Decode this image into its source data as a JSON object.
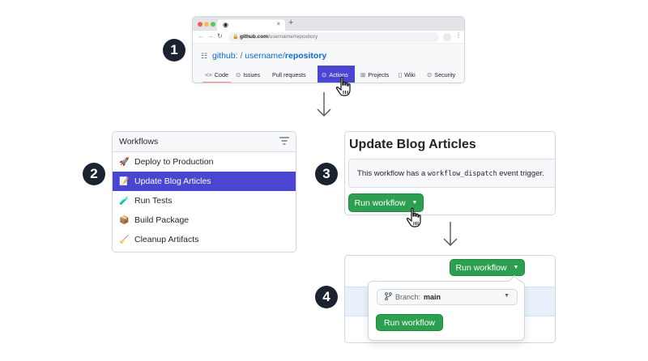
{
  "steps": [
    "1",
    "2",
    "3",
    "4"
  ],
  "browser": {
    "url_host": "github.com",
    "url_path": "/username/repository",
    "repo_owner_prefix": "github:",
    "repo_sep1": "/",
    "repo_owner": "username",
    "repo_sep2": "/",
    "repo_name": "repository",
    "tabs": [
      {
        "label": "Code",
        "icon": "code-icon",
        "glyph": "<>"
      },
      {
        "label": "Issues",
        "icon": "issue-icon",
        "glyph": "⊙"
      },
      {
        "label": "Pull requests",
        "icon": "pull-request-icon",
        "glyph": "⹯"
      },
      {
        "label": "Actions",
        "icon": "play-icon",
        "glyph": "⊙"
      },
      {
        "label": "Projects",
        "icon": "table-icon",
        "glyph": "⊞"
      },
      {
        "label": "Wiki",
        "icon": "book-icon",
        "glyph": "▯"
      },
      {
        "label": "Security",
        "icon": "shield-icon",
        "glyph": "⊙"
      }
    ],
    "highlighted_tab": "Actions",
    "underline_tab": "Code",
    "highlight_color": "#4b46d1"
  },
  "workflows": {
    "title": "Workflows",
    "items": [
      {
        "label": "Deploy to Production",
        "emoji": "🚀"
      },
      {
        "label": "Update Blog Articles",
        "emoji": "📝",
        "selected": true
      },
      {
        "label": "Run Tests",
        "emoji": "🧪"
      },
      {
        "label": "Build Package",
        "emoji": "📦"
      },
      {
        "label": "Cleanup Artifacts",
        "emoji": "🧹"
      }
    ]
  },
  "detail": {
    "title": "Update Blog Articles",
    "notice_prefix": "This workflow has a ",
    "notice_code": "workflow_dispatch",
    "notice_suffix": " event trigger.",
    "run_button": "Run workflow"
  },
  "dropdown": {
    "run_button": "Run workflow",
    "branch_label": "Branch:",
    "branch_value": "main",
    "submit_button": "Run workflow"
  },
  "colors": {
    "accent": "#4b46d1",
    "green": "#2c9f51",
    "badge": "#1b2230"
  }
}
